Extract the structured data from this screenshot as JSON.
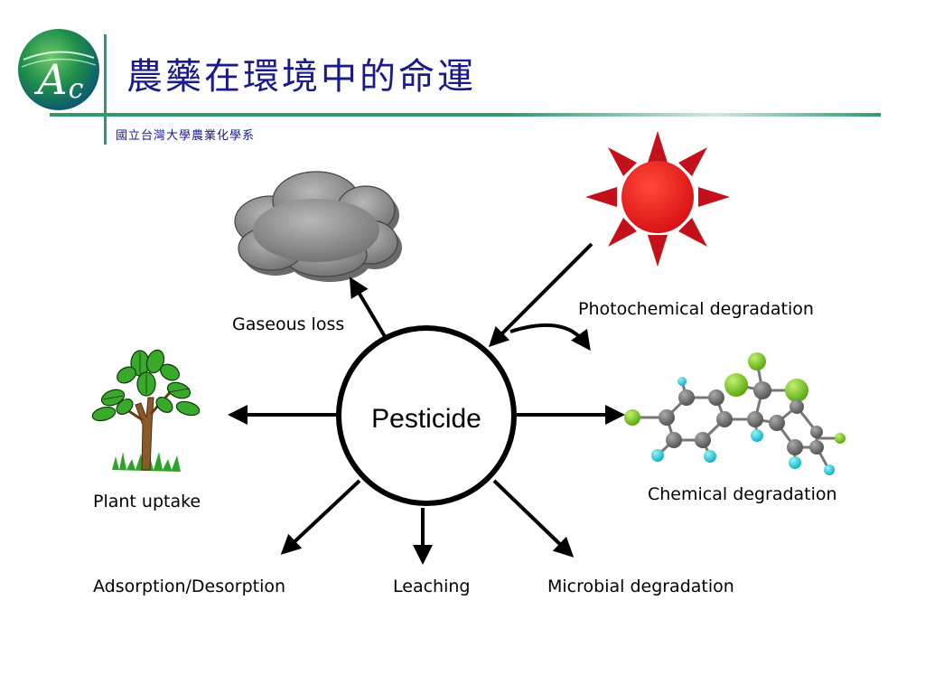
{
  "slide": {
    "title": "農藥在環境中的命運",
    "subtitle": "國立台灣大學農業化學系",
    "logo_text": "AC"
  },
  "diagram": {
    "center": "Pesticide",
    "pathways": {
      "gaseous_loss": "Gaseous loss",
      "photochemical": "Photochemical degradation",
      "plant_uptake": "Plant uptake",
      "chemical": "Chemical degradation",
      "adsorption": "Adsorption/Desorption",
      "leaching": "Leaching",
      "microbial": "Microbial degradation"
    },
    "icons": [
      "cloud-icon",
      "sun-icon",
      "tree-icon",
      "molecule-icon"
    ]
  },
  "colors": {
    "title": "#1a1a8c",
    "accent": "#2e9a6a",
    "sun": "#e8171a",
    "sun_rays": "#c4101a",
    "cloud": "#8f8f8f",
    "atom_carbon": "#6a6a6a",
    "atom_chlorine": "#7fd022",
    "atom_hydrogen": "#20c8d8",
    "leaf": "#3aa82a",
    "trunk": "#8a5a2a"
  }
}
